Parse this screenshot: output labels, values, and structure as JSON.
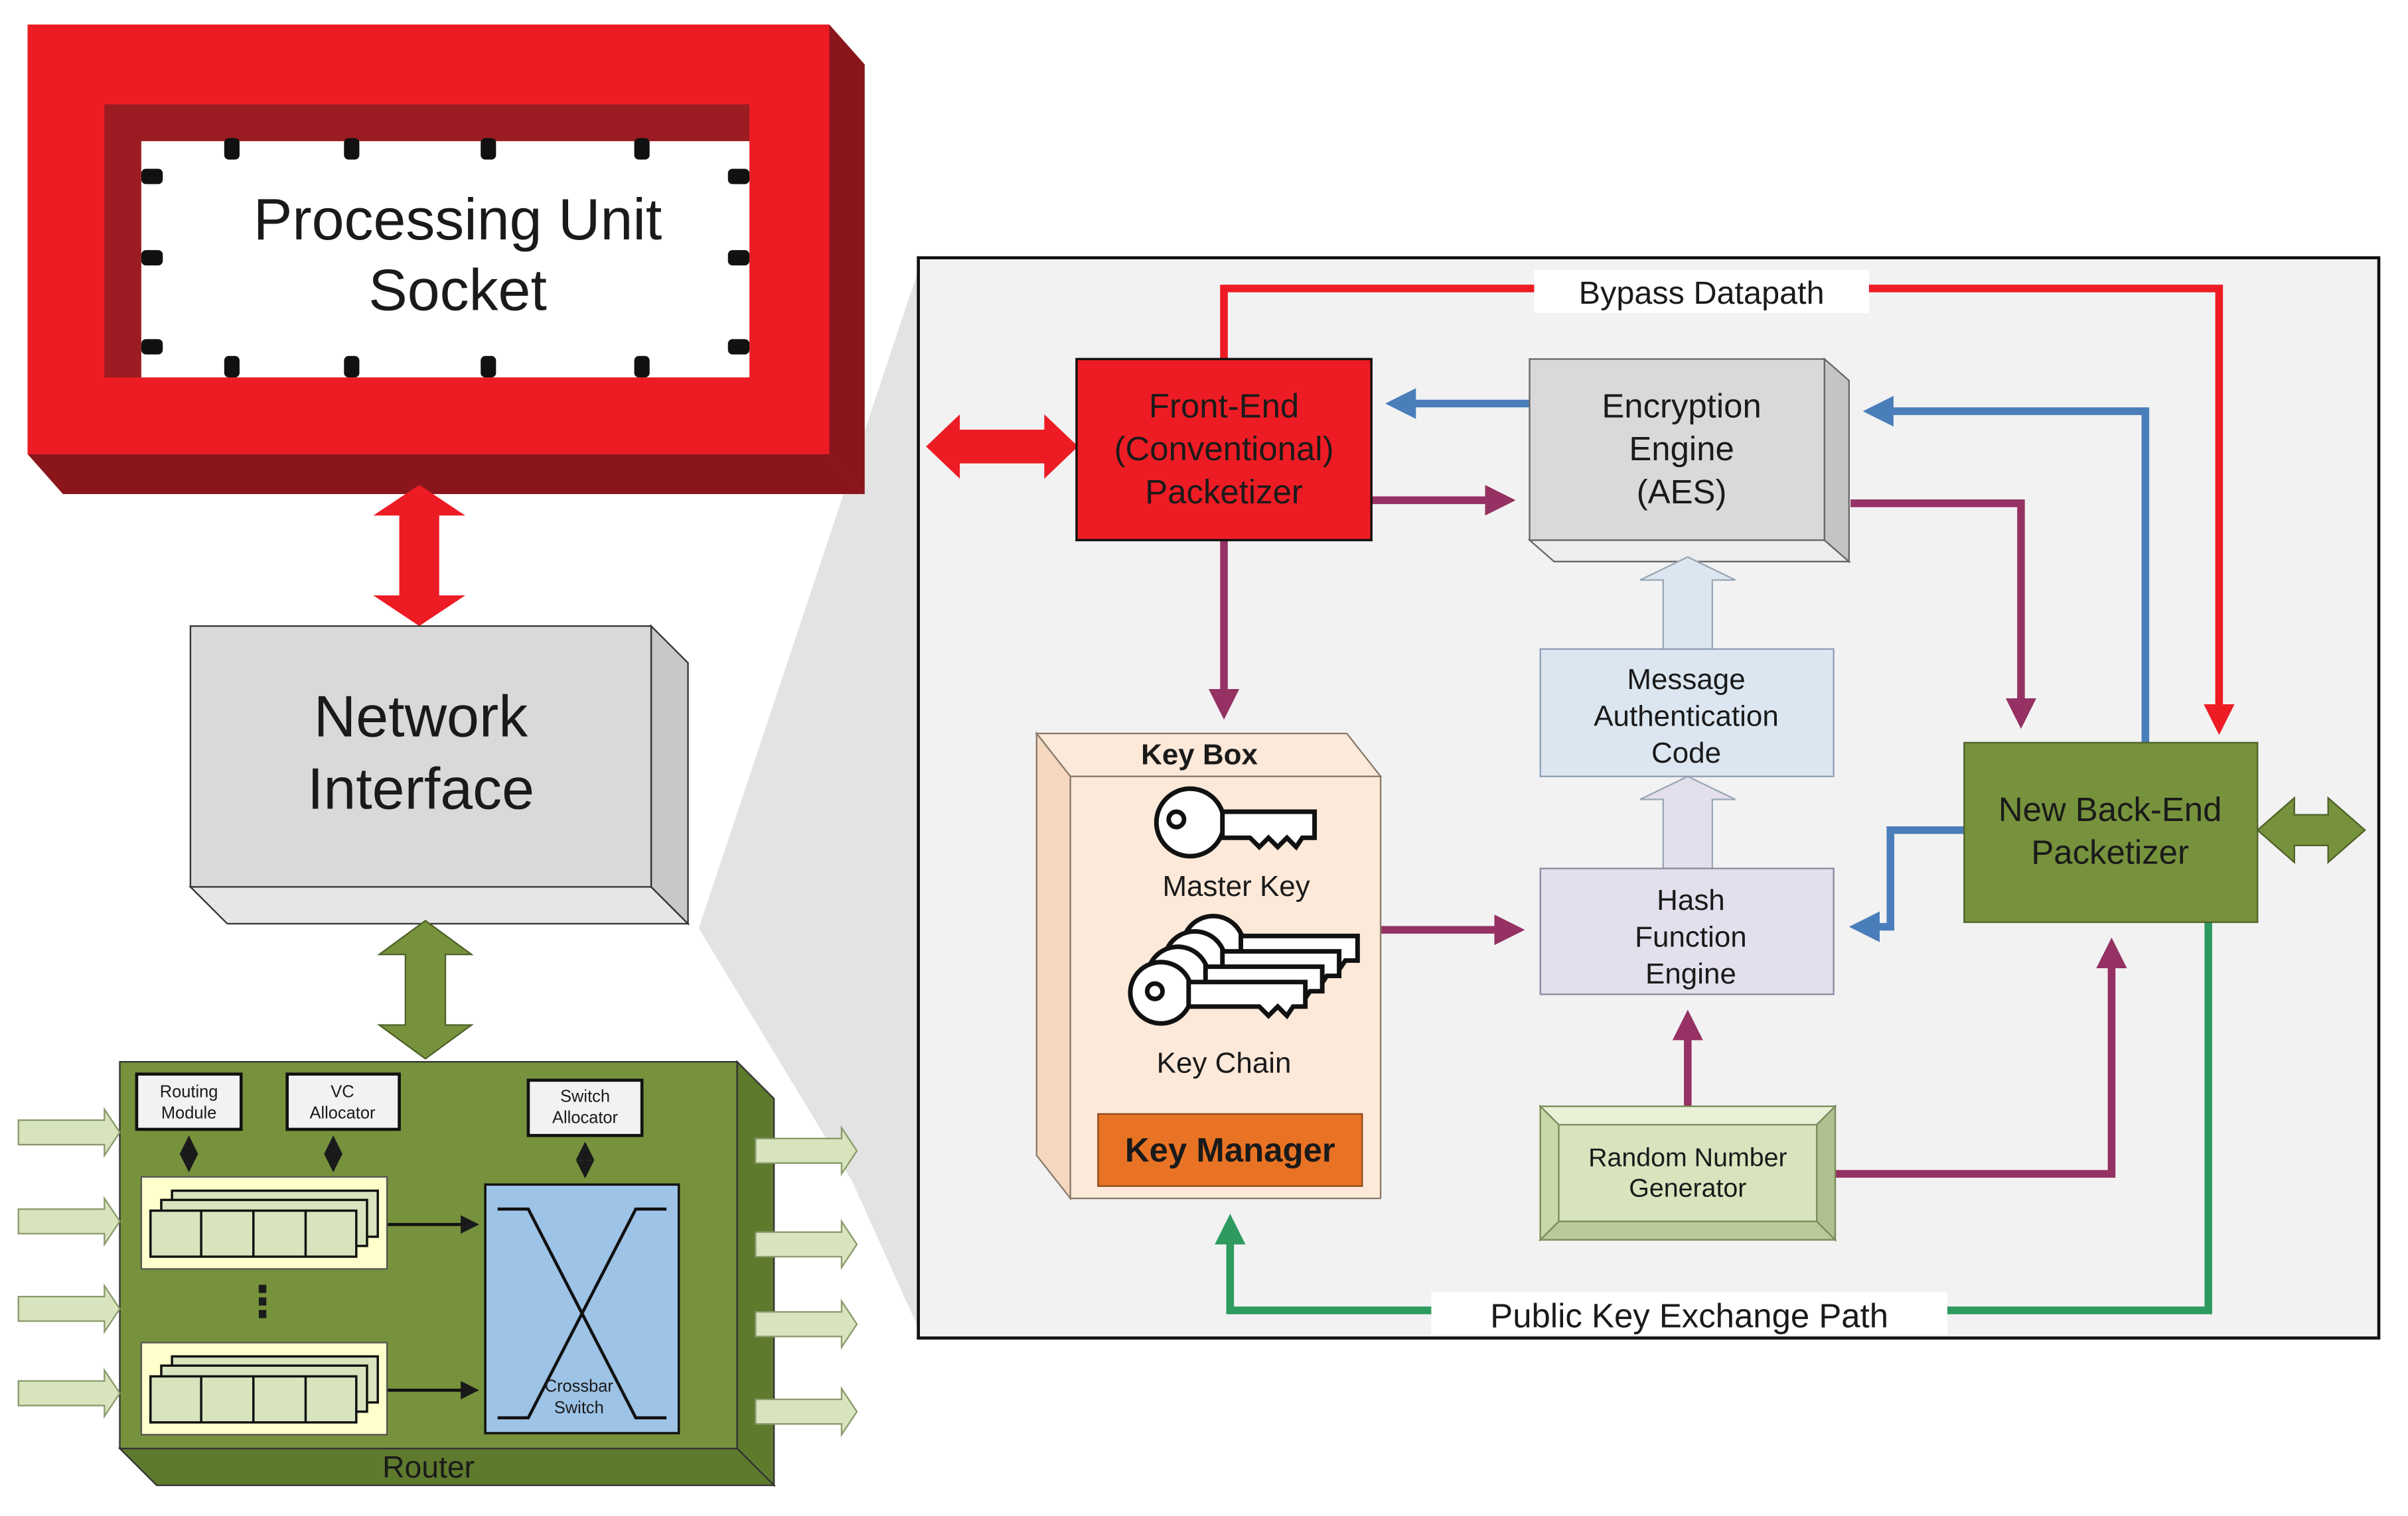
{
  "socket": {
    "line1": "Processing Unit",
    "line2": "Socket"
  },
  "network_interface": {
    "line1": "Network",
    "line2": "Interface"
  },
  "router": {
    "label": "Router",
    "routing_module": [
      "Routing",
      "Module"
    ],
    "vc_allocator": [
      "VC",
      "Allocator"
    ],
    "switch_allocator": [
      "Switch",
      "Allocator"
    ],
    "crossbar_switch": [
      "Crossbar",
      "Switch"
    ],
    "ellipsis": "⋮"
  },
  "security": {
    "bypass_label": "Bypass Datapath",
    "public_key_label": "Public Key Exchange Path",
    "front_end": [
      "Front-End",
      "(Conventional)",
      "Packetizer"
    ],
    "encryption": [
      "Encryption",
      "Engine",
      "(AES)"
    ],
    "mac": [
      "Message",
      "Authentication",
      "Code"
    ],
    "hash": [
      "Hash",
      "Function",
      "Engine"
    ],
    "rng": [
      "Random Number",
      "Generator"
    ],
    "back_end": [
      "New Back-End",
      "Packetizer"
    ],
    "key_box": {
      "title": "Key Box",
      "master_key": "Master Key",
      "key_chain": "Key Chain",
      "key_manager": "Key Manager"
    }
  },
  "colors": {
    "red": "#ed1c24",
    "dark_red": "#9b1c22",
    "green": "#76923c",
    "blue": "#4a7ebb",
    "purple": "#953163",
    "teal": "#2e9a5f",
    "gray": "#d9d9d9",
    "orange": "#e97324"
  }
}
